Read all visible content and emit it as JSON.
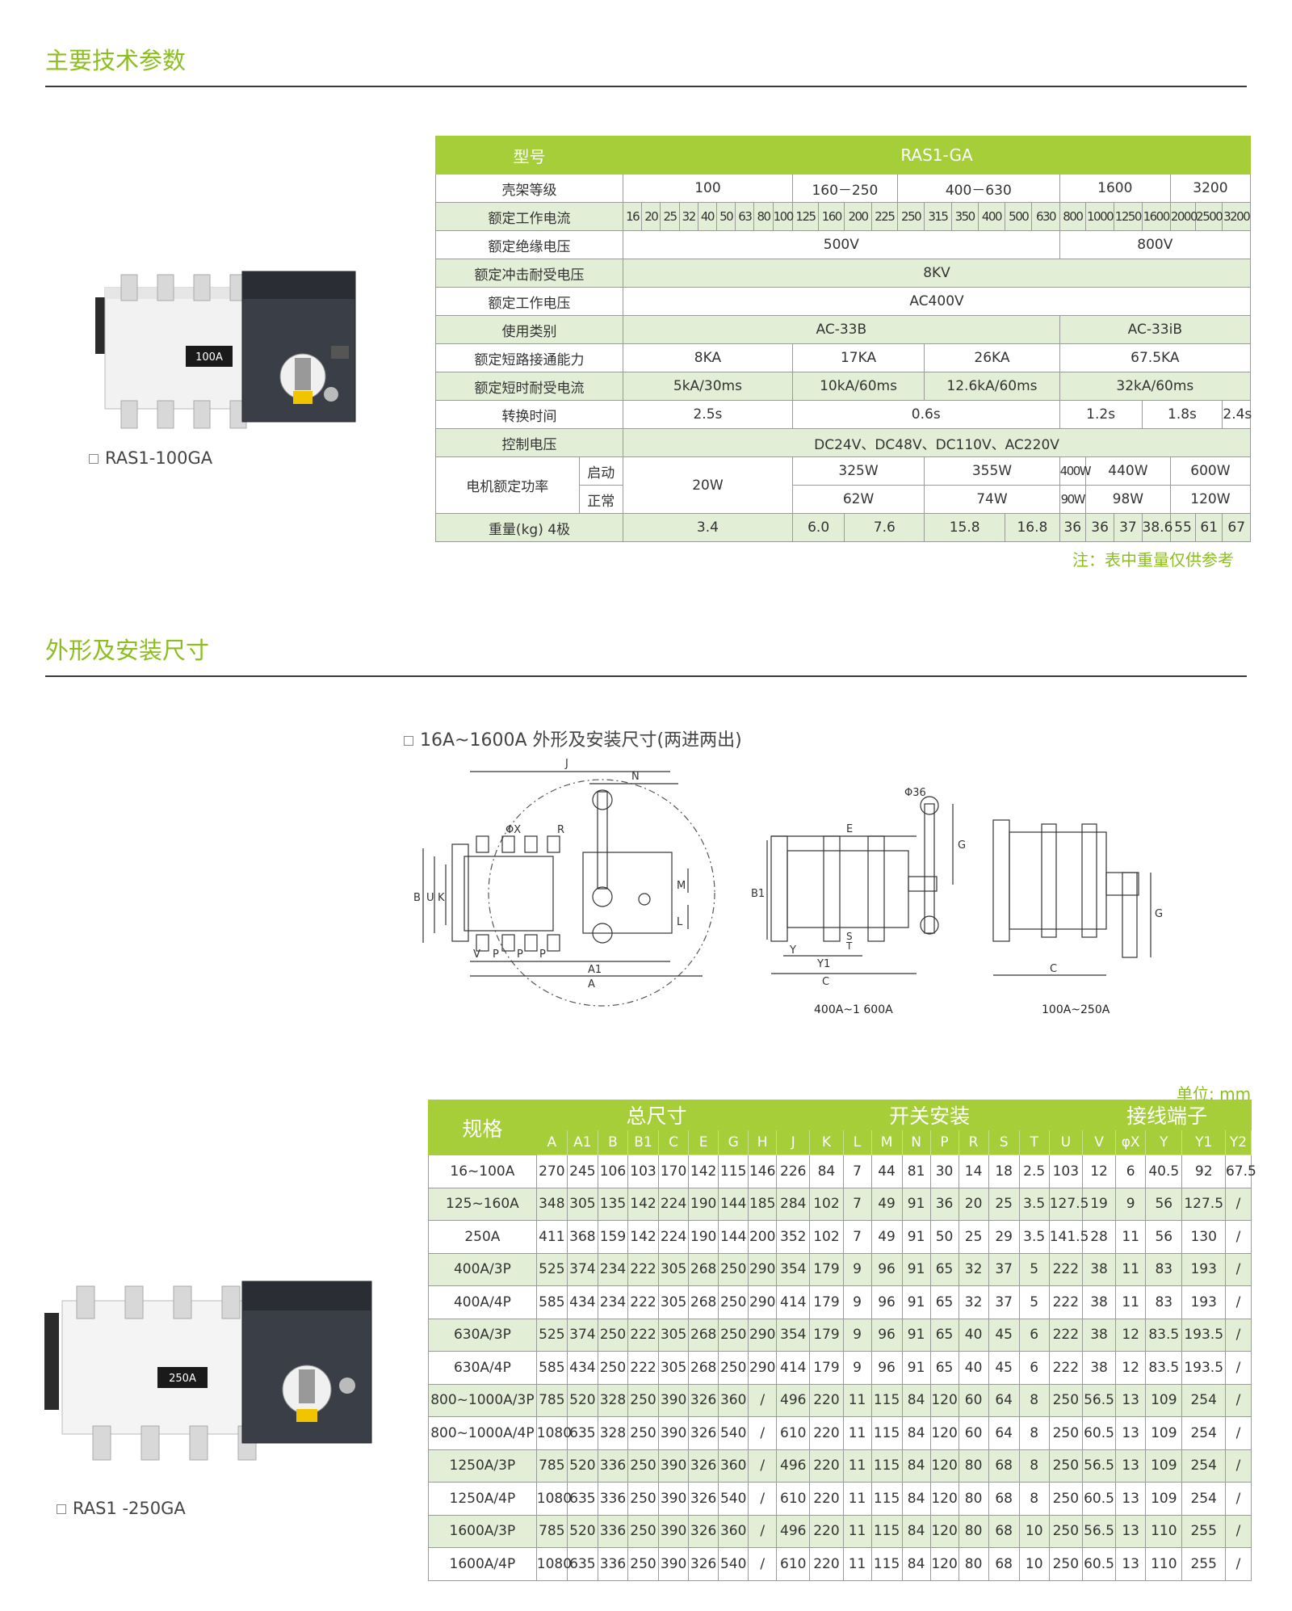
{
  "section1": {
    "title": "主要技术参数"
  },
  "section2": {
    "title": "外形及安装尺寸"
  },
  "product1": {
    "caption": "RAS1-100GA",
    "label": "100A"
  },
  "product2": {
    "caption": "RAS1 -250GA",
    "label": "250A"
  },
  "spec": {
    "model_label": "型号",
    "model_value": "RAS1-GA",
    "frame_label": "壳架等级",
    "frames": [
      "100",
      "160－250",
      "400－630",
      "1600",
      "3200"
    ],
    "current_label": "额定工作电流",
    "currents": [
      "16",
      "20",
      "25",
      "32",
      "40",
      "50",
      "63",
      "80",
      "100",
      "125",
      "160",
      "200",
      "225",
      "250",
      "315",
      "350",
      "400",
      "500",
      "630",
      "800",
      "1000",
      "1250",
      "1600",
      "2000",
      "2500",
      "3200"
    ],
    "insul_label": "额定绝缘电压",
    "insul": [
      "500V",
      "800V"
    ],
    "impulse_label": "额定冲击耐受电压",
    "impulse": "8KV",
    "voltage_label": "额定工作电压",
    "voltage": "AC400V",
    "category_label": "使用类别",
    "category": [
      "AC-33B",
      "AC-33iB"
    ],
    "making_label": "额定短路接通能力",
    "making": [
      "8KA",
      "17KA",
      "26KA",
      "67.5KA"
    ],
    "withstand_label": "额定短时耐受电流",
    "withstand": [
      "5kA/30ms",
      "10kA/60ms",
      "12.6kA/60ms",
      "32kA/60ms"
    ],
    "switch_label": "转换时间",
    "switch": [
      "2.5s",
      "0.6s",
      "1.2s",
      "1.8s",
      "2.4s"
    ],
    "control_label": "控制电压",
    "control": "DC24V、DC48V、DC110V、AC220V",
    "motor_label": "电机额定功率",
    "motor_start_label": "启动",
    "motor_run_label": "正常",
    "motor_100": "20W",
    "motor_start": [
      "325W",
      "355W",
      "400W",
      "440W",
      "600W"
    ],
    "motor_run": [
      "62W",
      "74W",
      "90W",
      "98W",
      "120W"
    ],
    "weight_label": "重量(kg) 4极",
    "weights": [
      "3.4",
      "6.0",
      "7.6",
      "15.8",
      "16.8",
      "36",
      "36",
      "37",
      "38.6",
      "55",
      "61",
      "67"
    ],
    "note": "注：表中重量仅供参考"
  },
  "drawing": {
    "caption": "16A~1600A 外形及安装尺寸(两进两出)",
    "label_left": "400A~1 600A",
    "label_right": "100A~250A",
    "letters": {
      "J": "J",
      "N": "N",
      "X": "ΦX",
      "R": "R",
      "M": "M",
      "L": "L",
      "B": "B",
      "U": "U",
      "K": "K",
      "V": "V",
      "P": "P",
      "A1": "A1",
      "A": "A",
      "E": "E",
      "G": "G",
      "B1": "B1",
      "Y": "Y",
      "Y1": "Y1",
      "S": "S",
      "T": "T",
      "C": "C",
      "phi36": "Φ36"
    }
  },
  "dims": {
    "unit": "单位: mm",
    "spec_label": "规格",
    "group_total": "总尺寸",
    "group_mount": "开关安装",
    "group_term": "接线端子",
    "cols": [
      "A",
      "A1",
      "B",
      "B1",
      "C",
      "E",
      "G",
      "H",
      "J",
      "K",
      "L",
      "M",
      "N",
      "P",
      "R",
      "S",
      "T",
      "U",
      "V",
      "φX",
      "Y",
      "Y1",
      "Y2"
    ],
    "rows": [
      [
        "16~100A",
        "270",
        "245",
        "106",
        "103",
        "170",
        "142",
        "115",
        "146",
        "226",
        "84",
        "7",
        "44",
        "81",
        "30",
        "14",
        "18",
        "2.5",
        "103",
        "12",
        "6",
        "40.5",
        "92",
        "67.5"
      ],
      [
        "125~160A",
        "348",
        "305",
        "135",
        "142",
        "224",
        "190",
        "144",
        "185",
        "284",
        "102",
        "7",
        "49",
        "91",
        "36",
        "20",
        "25",
        "3.5",
        "127.5",
        "19",
        "9",
        "56",
        "127.5",
        "/"
      ],
      [
        "250A",
        "411",
        "368",
        "159",
        "142",
        "224",
        "190",
        "144",
        "200",
        "352",
        "102",
        "7",
        "49",
        "91",
        "50",
        "25",
        "29",
        "3.5",
        "141.5",
        "28",
        "11",
        "56",
        "130",
        "/"
      ],
      [
        "400A/3P",
        "525",
        "374",
        "234",
        "222",
        "305",
        "268",
        "250",
        "290",
        "354",
        "179",
        "9",
        "96",
        "91",
        "65",
        "32",
        "37",
        "5",
        "222",
        "38",
        "11",
        "83",
        "193",
        "/"
      ],
      [
        "400A/4P",
        "585",
        "434",
        "234",
        "222",
        "305",
        "268",
        "250",
        "290",
        "414",
        "179",
        "9",
        "96",
        "91",
        "65",
        "32",
        "37",
        "5",
        "222",
        "38",
        "11",
        "83",
        "193",
        "/"
      ],
      [
        "630A/3P",
        "525",
        "374",
        "250",
        "222",
        "305",
        "268",
        "250",
        "290",
        "354",
        "179",
        "9",
        "96",
        "91",
        "65",
        "40",
        "45",
        "6",
        "222",
        "38",
        "12",
        "83.5",
        "193.5",
        "/"
      ],
      [
        "630A/4P",
        "585",
        "434",
        "250",
        "222",
        "305",
        "268",
        "250",
        "290",
        "414",
        "179",
        "9",
        "96",
        "91",
        "65",
        "40",
        "45",
        "6",
        "222",
        "38",
        "12",
        "83.5",
        "193.5",
        "/"
      ],
      [
        "800~1000A/3P",
        "785",
        "520",
        "328",
        "250",
        "390",
        "326",
        "360",
        "/",
        "496",
        "220",
        "11",
        "115",
        "84",
        "120",
        "60",
        "64",
        "8",
        "250",
        "56.5",
        "13",
        "109",
        "254",
        "/"
      ],
      [
        "800~1000A/4P",
        "1080",
        "635",
        "328",
        "250",
        "390",
        "326",
        "540",
        "/",
        "610",
        "220",
        "11",
        "115",
        "84",
        "120",
        "60",
        "64",
        "8",
        "250",
        "60.5",
        "13",
        "109",
        "254",
        "/"
      ],
      [
        "1250A/3P",
        "785",
        "520",
        "336",
        "250",
        "390",
        "326",
        "360",
        "/",
        "496",
        "220",
        "11",
        "115",
        "84",
        "120",
        "80",
        "68",
        "8",
        "250",
        "56.5",
        "13",
        "109",
        "254",
        "/"
      ],
      [
        "1250A/4P",
        "1080",
        "635",
        "336",
        "250",
        "390",
        "326",
        "540",
        "/",
        "610",
        "220",
        "11",
        "115",
        "84",
        "120",
        "80",
        "68",
        "8",
        "250",
        "60.5",
        "13",
        "109",
        "254",
        "/"
      ],
      [
        "1600A/3P",
        "785",
        "520",
        "336",
        "250",
        "390",
        "326",
        "360",
        "/",
        "496",
        "220",
        "11",
        "115",
        "84",
        "120",
        "80",
        "68",
        "10",
        "250",
        "56.5",
        "13",
        "110",
        "255",
        "/"
      ],
      [
        "1600A/4P",
        "1080",
        "635",
        "336",
        "250",
        "390",
        "326",
        "540",
        "/",
        "610",
        "220",
        "11",
        "115",
        "84",
        "120",
        "80",
        "68",
        "10",
        "250",
        "60.5",
        "13",
        "110",
        "255",
        "/"
      ]
    ]
  }
}
